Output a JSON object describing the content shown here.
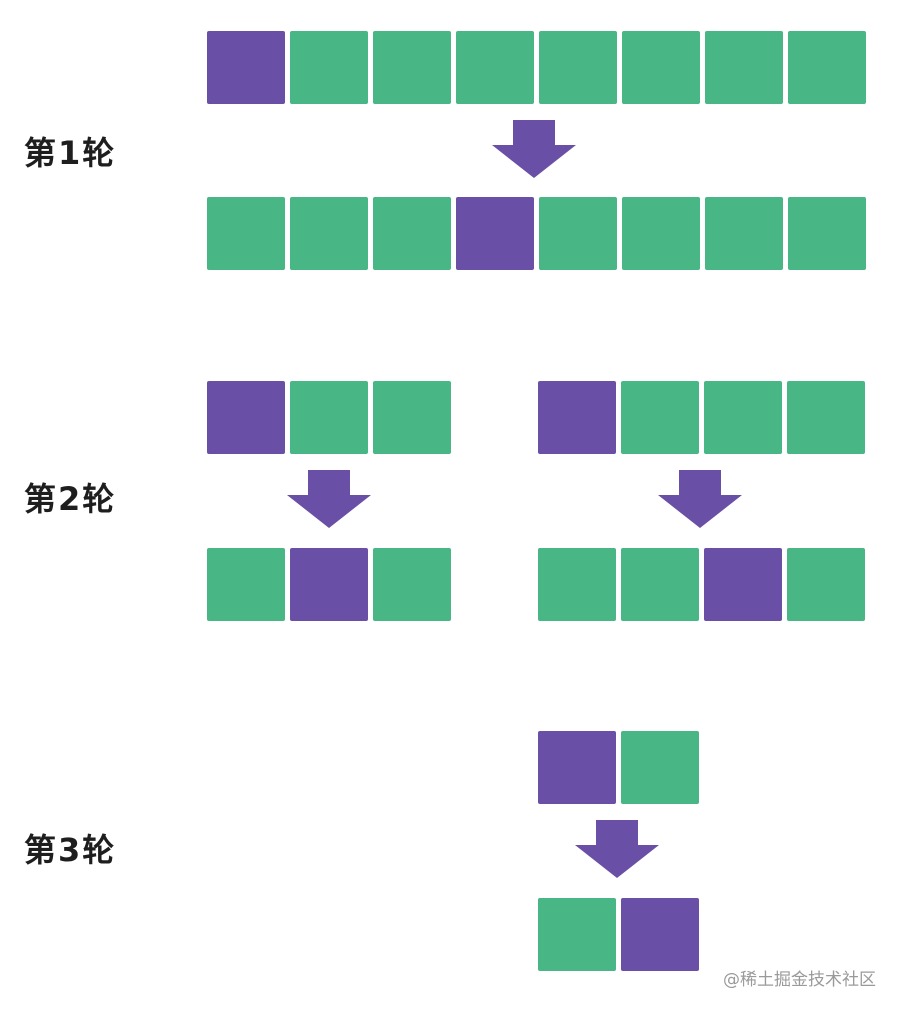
{
  "colors": {
    "pivot": "#6a4fa6",
    "element": "#48b685",
    "arrow": "#6a4fa6"
  },
  "rounds": [
    {
      "label": "第1轮",
      "groups": [
        {
          "before": [
            1,
            0,
            0,
            0,
            0,
            0,
            0,
            0
          ],
          "after": [
            0,
            0,
            0,
            1,
            0,
            0,
            0,
            0
          ]
        }
      ]
    },
    {
      "label": "第2轮",
      "groups": [
        {
          "before": [
            1,
            0,
            0
          ],
          "after": [
            0,
            1,
            0
          ]
        },
        {
          "before": [
            1,
            0,
            0,
            0
          ],
          "after": [
            0,
            0,
            1,
            0
          ]
        }
      ]
    },
    {
      "label": "第3轮",
      "groups": [
        {
          "before": [
            1,
            0
          ],
          "after": [
            0,
            1
          ]
        }
      ]
    }
  ],
  "arrow_icon": "down-arrow-icon",
  "watermark": "@稀土掘金技术社区"
}
